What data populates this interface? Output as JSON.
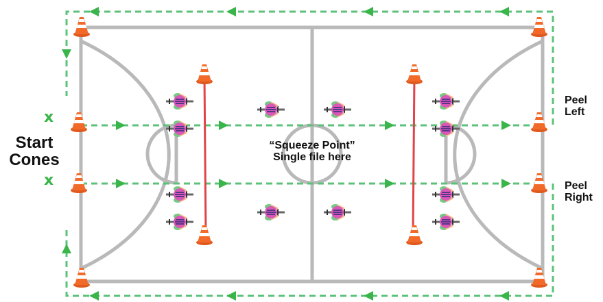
{
  "labels": {
    "start_line1": "Start",
    "start_line2": "Cones",
    "squeeze_line1": "“Squeeze Point”",
    "squeeze_line2": "Single file here",
    "peel_left_line1": "Peel",
    "peel_left_line2": "Left",
    "peel_right_line1": "Peel",
    "peel_right_line2": "Right",
    "x_mark": "x"
  },
  "colors": {
    "court_line": "#b9b9b9",
    "path": "#5cc17a",
    "arrow": "#3ab54a",
    "cone": "#f26a2a",
    "rope": "#e0434a",
    "helmet": "#d957b6"
  },
  "icons": {
    "cone": "traffic-cone-icon",
    "rider": "cyclist-topdown-icon",
    "arrow": "direction-arrow-icon"
  }
}
